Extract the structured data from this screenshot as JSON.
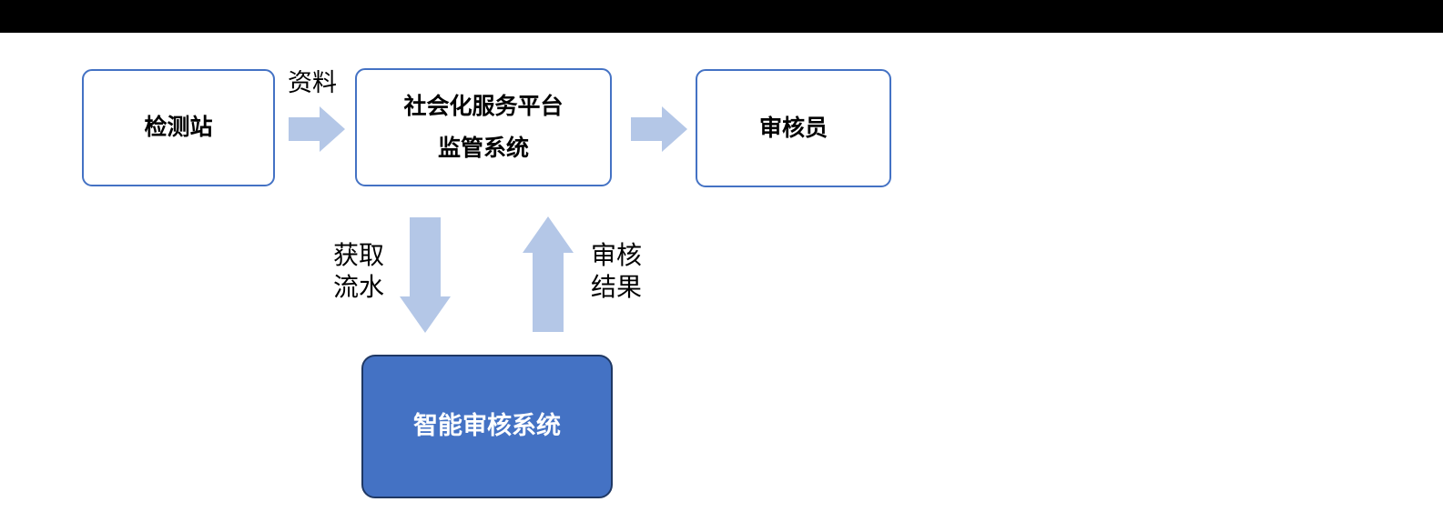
{
  "top_bar": {
    "color": "#000000"
  },
  "diagram": {
    "nodes": {
      "station": {
        "label": "检测站"
      },
      "platform": {
        "line1": "社会化服务平台",
        "line2": "监管系统"
      },
      "auditor": {
        "label": "审核员"
      },
      "ai_system": {
        "label": "智能审核系统"
      }
    },
    "edges": {
      "materials": {
        "label": "资料"
      },
      "fetch_records": {
        "line1": "获取",
        "line2": "流水"
      },
      "audit_result": {
        "line1": "审核",
        "line2": "结果"
      }
    },
    "colors": {
      "top_bar": "#000000",
      "node_border": "#4472C4",
      "node_fill": "#FFFFFF",
      "node_text": "#000000",
      "arrow_fill": "#B4C7E7",
      "ai_fill": "#4472C4",
      "ai_border": "#1F3864",
      "ai_text": "#FFFFFF"
    }
  }
}
